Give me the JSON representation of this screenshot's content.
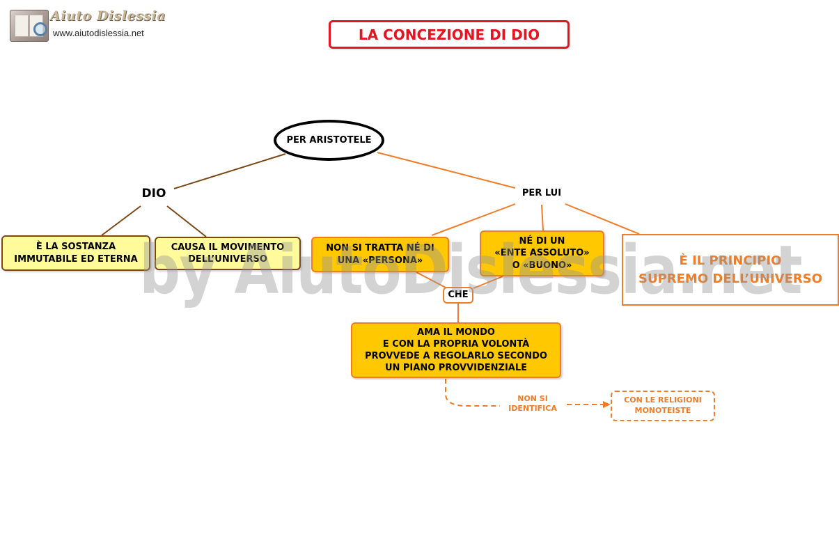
{
  "logo": {
    "name": "Aiuto Dislessia",
    "url": "www.aiutodislessia.net"
  },
  "title": "LA CONCEZIONE DI DIO",
  "watermark": "by AiutoDislessia.net",
  "colors": {
    "title_red": "#e3151f",
    "orange": "#f07c28",
    "orange_fill": "#ffc800",
    "yellow_fill": "#fffb9a",
    "brown": "#7a4612"
  },
  "nodes": {
    "root": "PER ARISTOTELE",
    "dio": "DIO",
    "per_lui": "PER LUI",
    "sostanza": "È LA SOSTANZA\nIMMUTABILE ED ETERNA",
    "movimento": "CAUSA IL MOVIMENTO\nDELL’UNIVERSO",
    "persona": "NON SI TRATTA NÉ DI\nUNA «PERSONA»",
    "ente": "NÉ DI UN\n«ENTE ASSOLUTO»\nO «BUONO»",
    "principio": "È IL PRINCIPIO\nSUPREMO DELL’UNIVERSO",
    "che": "CHE",
    "ama": "AMA IL MONDO\nE CON LA PROPRIA VOLONTÀ\nPROVVEDE A REGOLARLO SECONDO\nUN PIANO PROVVIDENZIALE",
    "non_si_identifica": "NON SI\nIDENTIFICA",
    "religioni": "CON LE RELIGIONI\nMONOTEISTE"
  }
}
